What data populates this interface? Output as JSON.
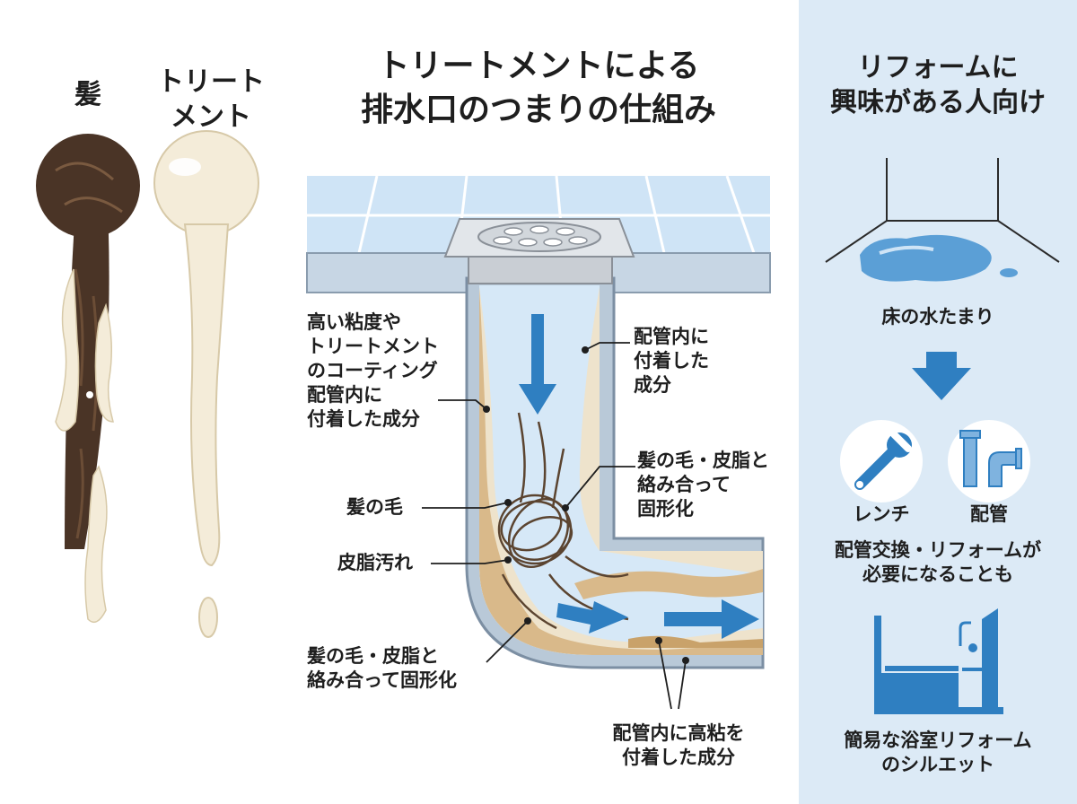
{
  "left": {
    "hair_label": "髪",
    "treatment_label": "トリート\nメント"
  },
  "center": {
    "title": "トリートメントによる\n排水口のつまりの仕組み",
    "labels": {
      "coating": "高い粘度や\nトリートメント\nのコーティング\n配管内に\n付着した成分",
      "hair": "髪の毛",
      "sebum": "皮脂汚れ",
      "tangled_left": "髪の毛・皮脂と\n絡み合って固形化",
      "pipe_top_right": "配管内に\n付着した\n成分",
      "tangled_right": "髪の毛・皮脂と\n絡み合って\n固形化",
      "bottom": "配管内に高粘を\n付着した成分"
    }
  },
  "right": {
    "title": "リフォームに\n興味がある人向け",
    "puddle_caption": "床の水たまり",
    "wrench_label": "レンチ",
    "pipe_label": "配管",
    "reform_note": "配管交換・リフォームが\n必要になることも",
    "bath_caption": "簡易な浴室リフォーム\nのシルエット"
  },
  "colors": {
    "panel_bg": "#dceaf6",
    "accent_blue": "#2f7fc1",
    "hair_brown": "#4a3426",
    "treatment_cream": "#f4ecd9",
    "water": "#cfe4f6"
  }
}
